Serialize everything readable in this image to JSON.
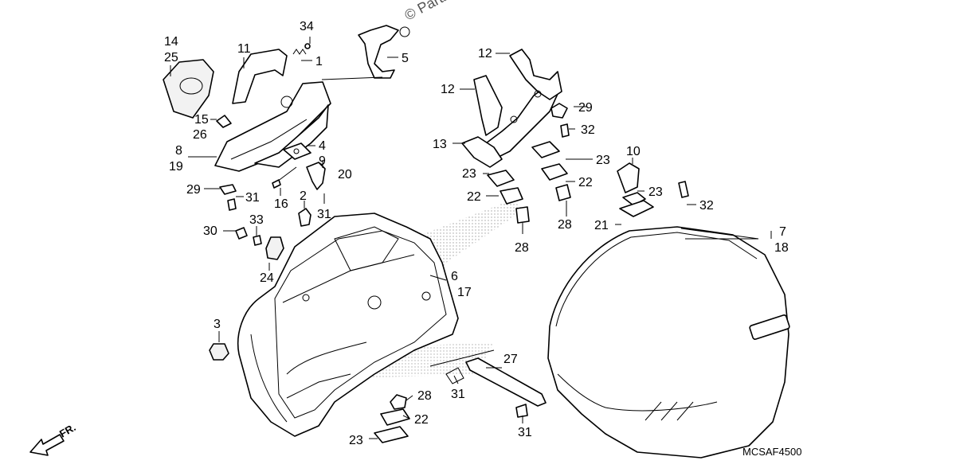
{
  "watermark": "© Partzilla",
  "diagram_code": "MCSAF4500",
  "front_label": "FR.",
  "callouts": {
    "c34": "34",
    "c1": "1",
    "c5": "5",
    "c14": "14",
    "c25": "25",
    "c11": "11",
    "c15": "15",
    "c26": "26",
    "c4": "4",
    "c8": "8",
    "c19": "19",
    "c9": "9",
    "c20": "20",
    "c29a": "29",
    "c31a": "31",
    "c16": "16",
    "c2": "2",
    "c31b": "31",
    "c30": "30",
    "c33": "33",
    "c24": "24",
    "c3": "3",
    "c6": "6",
    "c17": "17",
    "c12a": "12",
    "c12b": "12",
    "c13": "13",
    "c29b": "29",
    "c32a": "32",
    "c23a": "23",
    "c23b": "23",
    "c22a": "22",
    "c22b": "22",
    "c28a": "28",
    "c28b": "28",
    "c10": "10",
    "c23c": "23",
    "c32b": "32",
    "c21": "21",
    "c7": "7",
    "c18": "18",
    "c27": "27",
    "c31c": "31",
    "c31d": "31",
    "c28c": "28",
    "c22c": "22",
    "c23d": "23"
  }
}
